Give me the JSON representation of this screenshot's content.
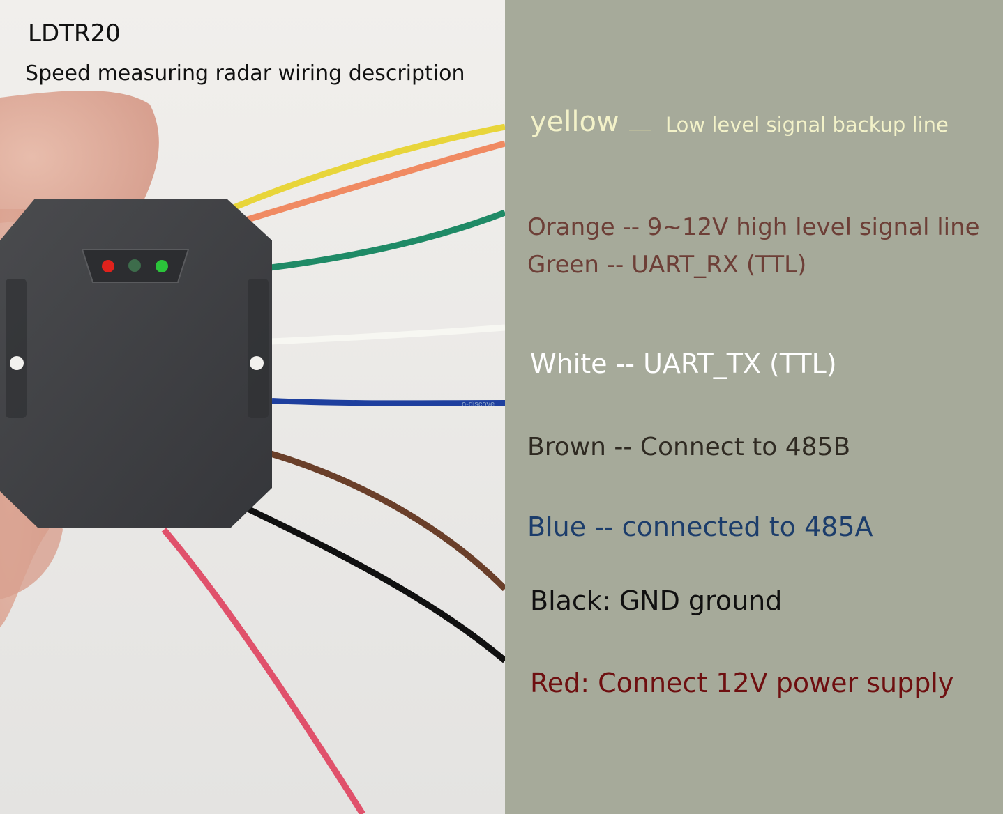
{
  "header": {
    "title": "LDTR20",
    "subtitle": "Speed measuring radar wiring description"
  },
  "legend": {
    "yellow": {
      "word": "yellow",
      "description": "Low level signal backup line",
      "color": "#f3f2c9"
    },
    "orange": {
      "text": "Orange -- 9~12V high level signal line",
      "color": "#6d3f37"
    },
    "green": {
      "text": "Green -- UART_RX (TTL)",
      "color": "#6d3f37"
    },
    "white": {
      "text": "White -- UART_TX (TTL)",
      "color": "#ffffff"
    },
    "brown": {
      "text": "Brown -- Connect to 485B",
      "color": "#2f2a22"
    },
    "blue": {
      "text": "Blue -- connected to 485A",
      "color": "#1c3d6b"
    },
    "black": {
      "text": "Black: GND ground",
      "color": "#101010"
    },
    "red": {
      "text": "Red: Connect 12V power supply",
      "color": "#6e0f10"
    }
  },
  "photo": {
    "watermark": "o-discove",
    "wire_colors": {
      "yellow": "#e8d53a",
      "orange": "#f08a62",
      "green": "#1f8a66",
      "white": "#f7f7f2",
      "blue": "#1e3f9e",
      "brown": "#6a3f2a",
      "black": "#101010",
      "red": "#e0516b"
    },
    "leds": [
      "red",
      "dim-green",
      "green"
    ]
  },
  "panel": {
    "background": "#a6aa9a"
  }
}
